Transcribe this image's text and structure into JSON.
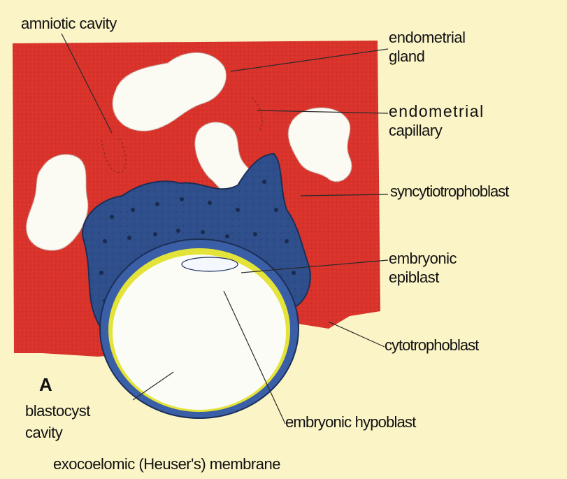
{
  "labels": {
    "amniotic_cavity": "amniotic cavity",
    "endometrial_gland_1": "endometrial",
    "endometrial_gland_2": "gland",
    "endometrial_capillary_1": "endometrial",
    "endometrial_capillary_2": "capillary",
    "syncytiotrophoblast": "syncytiotrophoblast",
    "embryonic_epiblast_1": "embryonic",
    "embryonic_epiblast_2": "epiblast",
    "cytotrophoblast": "cytotrophoblast",
    "panel_letter": "A",
    "blastocyst_cavity_1": "blastocyst",
    "blastocyst_cavity_2": "cavity",
    "embryonic_hypoblast": "embryonic hypoblast",
    "exocoelomic_membrane": "exocoelomic (Heuser's) membrane"
  },
  "colors": {
    "background": "#fbf4c6",
    "endometrium": "#d9332b",
    "syncytiotrophoblast": "#2b4c86",
    "cytotrophoblast_rim": "#3a5fa6",
    "gland_fill": "#fbfaf3",
    "hypoblast_yellow": "#e4e33a",
    "blastocyst_cavity": "#fcfcf6"
  }
}
